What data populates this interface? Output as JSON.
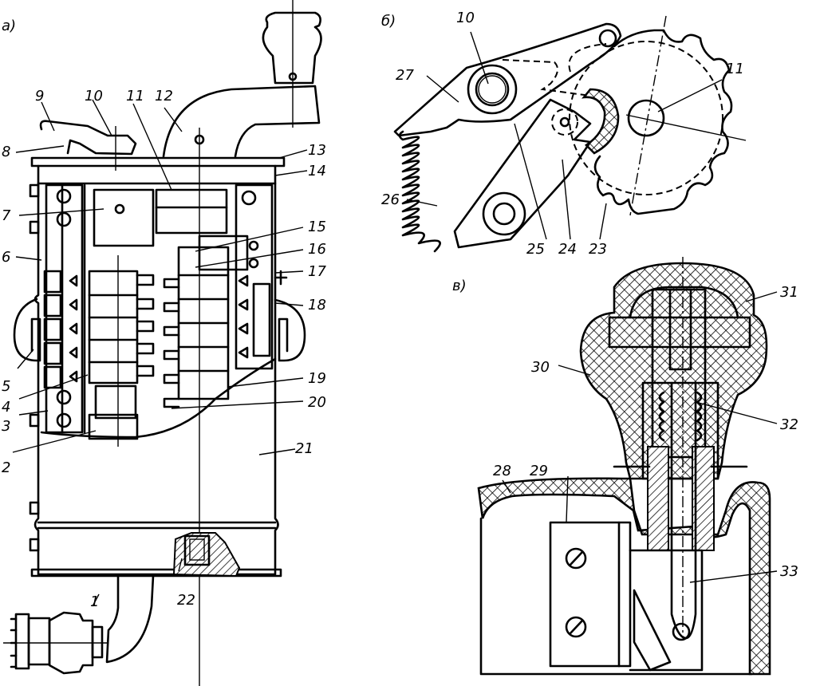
{
  "figure": {
    "panels": [
      {
        "id": "a",
        "label": "а)",
        "description": "Controller assembly, general view with cutaway"
      },
      {
        "id": "b",
        "label": "б)",
        "description": "Latching mechanism of reversing shaft"
      },
      {
        "id": "c",
        "label": "в)",
        "description": "Handle section with push rod"
      }
    ],
    "callouts": {
      "panel_a": [
        "1",
        "2",
        "3",
        "4",
        "5",
        "6",
        "7",
        "8",
        "9",
        "10",
        "11",
        "12",
        "13",
        "14",
        "15",
        "16",
        "17",
        "18",
        "19",
        "20",
        "21",
        "22"
      ],
      "panel_b": [
        "10",
        "11",
        "23",
        "24",
        "25",
        "26",
        "27"
      ],
      "panel_c": [
        "28",
        "29",
        "30",
        "31",
        "32",
        "33"
      ]
    }
  }
}
